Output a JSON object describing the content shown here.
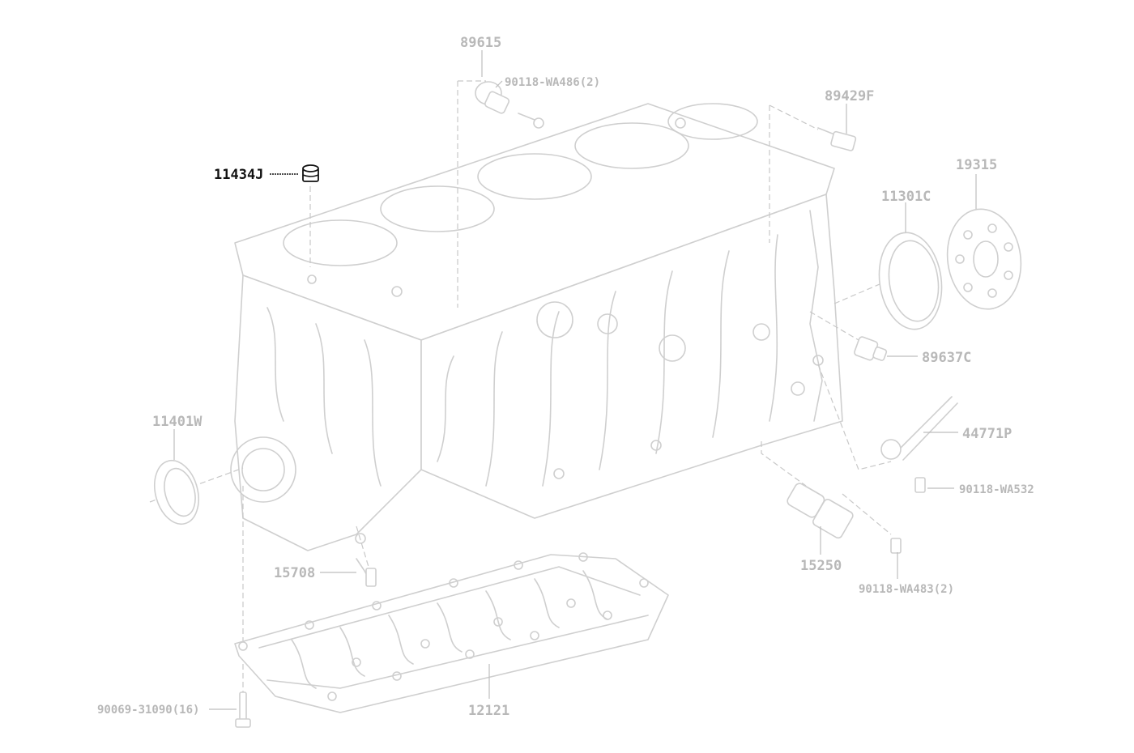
{
  "labels": {
    "p89615": "89615",
    "p90118_wa486": "90118-WA486(2)",
    "p89429f": "89429F",
    "p11434j": "11434J",
    "p19315": "19315",
    "p11301c": "11301C",
    "p89637c": "89637C",
    "p11401w": "11401W",
    "p44771p": "44771P",
    "p90118_wa532": "90118-WA532",
    "p15708": "15708",
    "p15250": "15250",
    "p90118_wa483": "90118-WA483(2)",
    "p90069": "90069-31090(16)",
    "p12121": "12121"
  },
  "highlighted_part": "11434J",
  "colors": {
    "highlight": "#111111",
    "muted": "#b8b8b8",
    "line": "#cfcfcf"
  }
}
